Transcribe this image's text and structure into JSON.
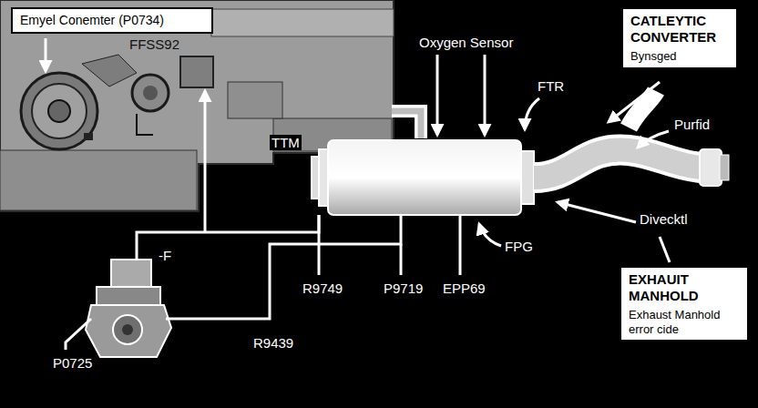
{
  "diagram": {
    "nodes": [
      {
        "text": [
          "Emyel Conemter (P0734)"
        ]
      },
      {
        "text": [
          "CATLEYTIC CONVERTER",
          "Bynsged"
        ]
      },
      {
        "text": [
          "EXHAUIT MANHOLD",
          "Exhaust Manhold error cide"
        ]
      }
    ],
    "labels": [
      "FFSS92",
      "Oxygen Sensor",
      "FTR",
      "Purfid",
      "TTM",
      "Divecktl",
      "FPG",
      "R9749",
      "P9719",
      "EPP69",
      "-F",
      "R9439",
      "P0725"
    ]
  }
}
